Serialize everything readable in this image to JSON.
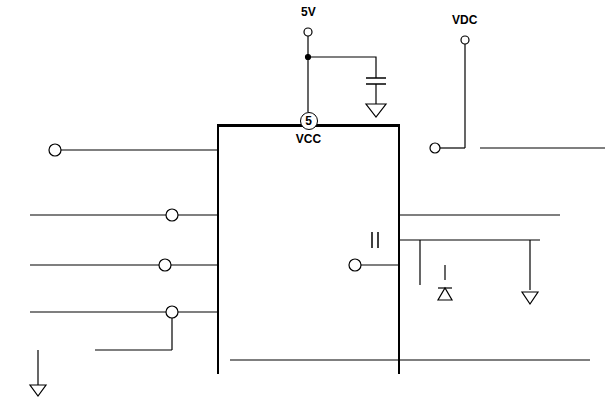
{
  "diagram": {
    "nodes": [
      {
        "text": [
          "VCC"
        ]
      },
      {
        "text": [
          "5"
        ]
      }
    ],
    "labels": [
      "5V",
      "VDC"
    ]
  }
}
